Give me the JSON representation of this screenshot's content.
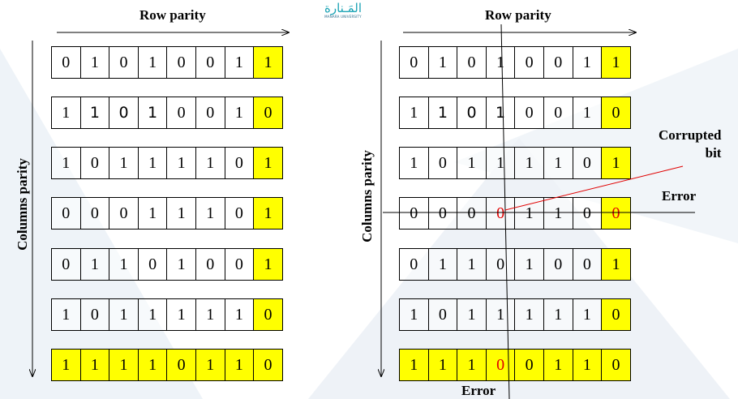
{
  "logo": {
    "arabic": "المَـنارة",
    "english": "MANARA UNIVERSITY"
  },
  "left": {
    "row_label": "Row parity",
    "col_label": "Columns parity",
    "rows": [
      [
        "0",
        "1",
        "0",
        "1",
        "0",
        "0",
        "1",
        "1"
      ],
      [
        "1",
        "1",
        "0",
        "1",
        "0",
        "0",
        "1",
        "0"
      ],
      [
        "1",
        "0",
        "1",
        "1",
        "1",
        "1",
        "0",
        "1"
      ],
      [
        "0",
        "0",
        "0",
        "1",
        "1",
        "1",
        "0",
        "1"
      ],
      [
        "0",
        "1",
        "1",
        "0",
        "1",
        "0",
        "0",
        "1"
      ],
      [
        "1",
        "0",
        "1",
        "1",
        "1",
        "1",
        "1",
        "0"
      ],
      [
        "1",
        "1",
        "1",
        "1",
        "0",
        "1",
        "1",
        "0"
      ]
    ]
  },
  "right": {
    "row_label": "Row parity",
    "col_label": "Columns parity",
    "rows": [
      [
        "0",
        "1",
        "0",
        "1",
        "0",
        "0",
        "1",
        "1"
      ],
      [
        "1",
        "1",
        "0",
        "1",
        "0",
        "0",
        "1",
        "0"
      ],
      [
        "1",
        "0",
        "1",
        "1",
        "1",
        "1",
        "0",
        "1"
      ],
      [
        "0",
        "0",
        "0",
        "0",
        "1",
        "1",
        "0",
        "0"
      ],
      [
        "0",
        "1",
        "1",
        "0",
        "1",
        "0",
        "0",
        "1"
      ],
      [
        "1",
        "0",
        "1",
        "1",
        "1",
        "1",
        "1",
        "0"
      ],
      [
        "1",
        "1",
        "1",
        "0",
        "0",
        "1",
        "1",
        "0"
      ]
    ],
    "corrupted_label_line1": "Corrupted",
    "corrupted_label_line2": "bit",
    "error_row_label": "Error",
    "error_col_label": "Error"
  },
  "colors": {
    "parity_fill": "#ffff00",
    "error_text": "#e00000",
    "pointer_line": "#e00000"
  }
}
